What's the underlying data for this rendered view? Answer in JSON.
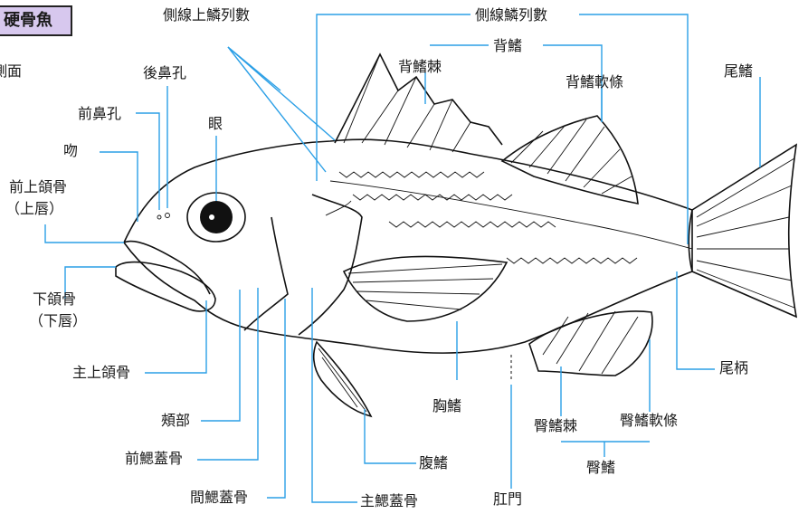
{
  "title": "硬骨魚",
  "subtitle": "側面",
  "labels": {
    "lateral_upper": "側線上鱗列數",
    "lateral_scales": "側線鱗列數",
    "dorsal_fin": "背鰭",
    "dorsal_spine": "背鰭棘",
    "dorsal_soft": "背鰭軟條",
    "caudal_fin": "尾鰭",
    "posterior_nostril": "後鼻孔",
    "anterior_nostril": "前鼻孔",
    "eye": "眼",
    "snout": "吻",
    "premaxilla": "前上頜骨",
    "upper_lip": "（上唇）",
    "dentary": "下頜骨",
    "lower_lip": "（下唇）",
    "maxilla": "主上頜骨",
    "cheek": "頰部",
    "preopercle": "前鰓蓋骨",
    "interopercle": "間鰓蓋骨",
    "opercle": "主鰓蓋骨",
    "pelvic_fin": "腹鰭",
    "pectoral_fin": "胸鰭",
    "anus": "肛門",
    "anal_spine": "臀鰭棘",
    "anal_soft": "臀鰭軟條",
    "anal_fin": "臀鰭",
    "caudal_peduncle": "尾柄"
  },
  "colors": {
    "title_bg": "#d7c8ee",
    "leader": "#2b9fe6",
    "ink": "#111111"
  }
}
